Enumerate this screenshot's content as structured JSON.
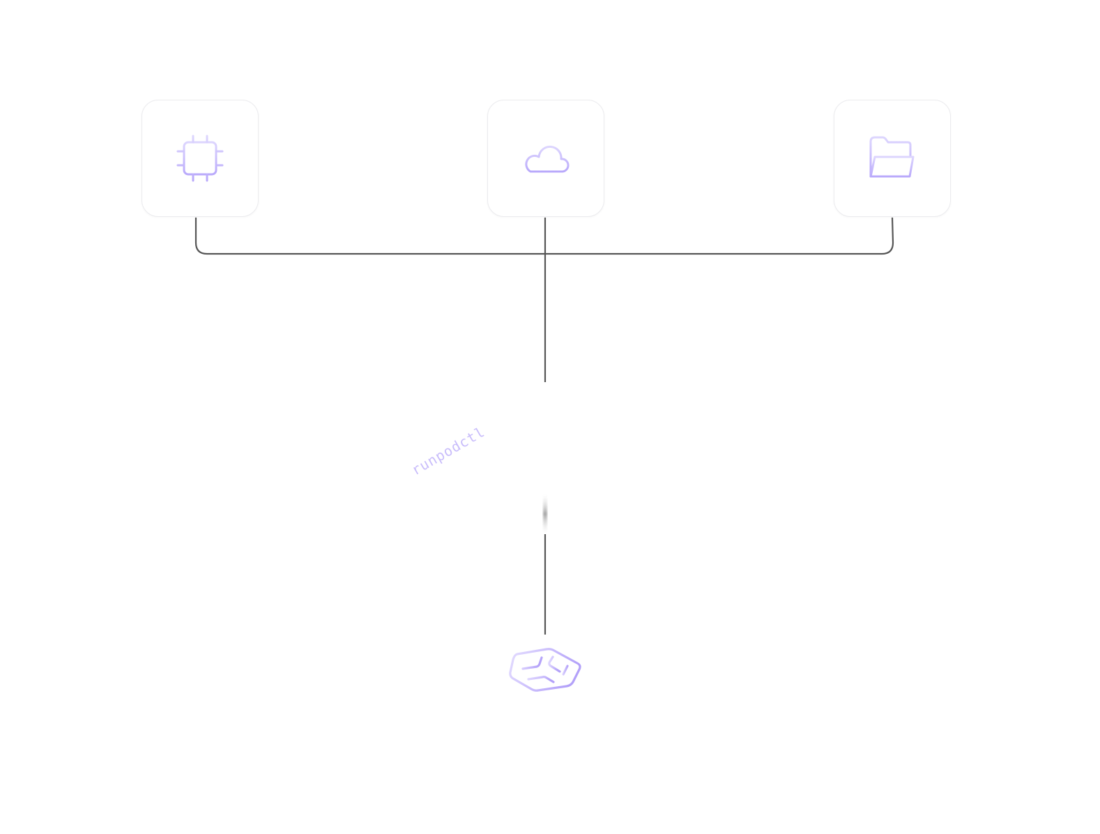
{
  "diagram": {
    "nodes": [
      {
        "id": "cpu",
        "icon": "cpu-chip-icon"
      },
      {
        "id": "cloud",
        "icon": "cloud-icon"
      },
      {
        "id": "folder",
        "icon": "folder-open-icon"
      }
    ],
    "cli_label": "runpodctl",
    "hub_icon": "runpod-logo-icon",
    "colors": {
      "accent": "#c3b5fd",
      "accent_light": "#ddd6fe",
      "line": "#555555",
      "tile_border": "#ebebee"
    }
  }
}
